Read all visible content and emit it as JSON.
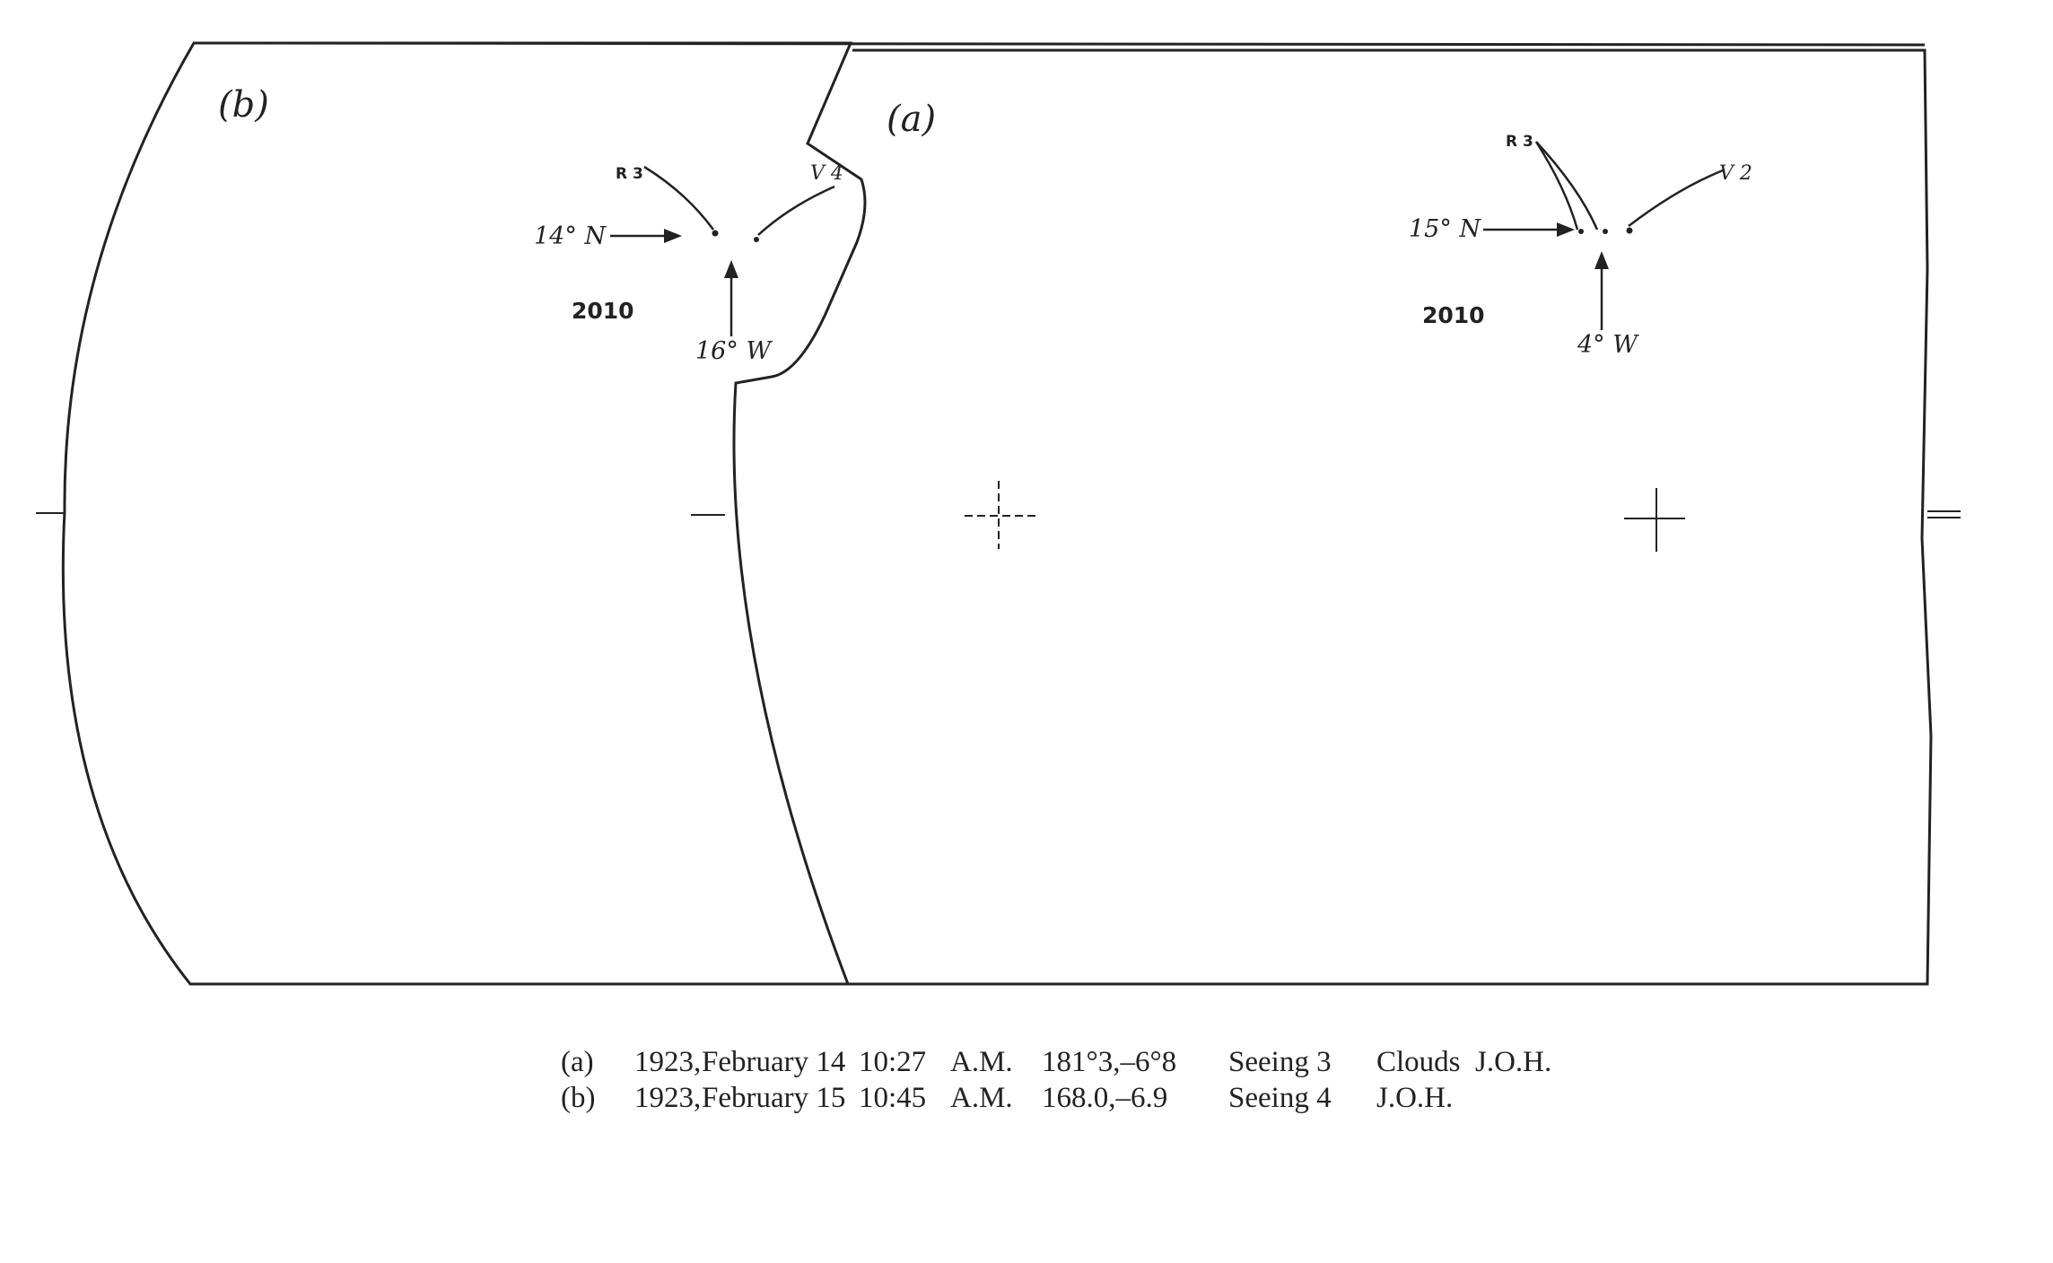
{
  "panel_b": {
    "label": "(b)",
    "spot_label": "R 3",
    "spot_label_2": "V 4",
    "lat_label": "14° N",
    "lon_label": "16° W",
    "region_number": "2010"
  },
  "panel_a": {
    "label": "(a)",
    "spot_label": "R 3",
    "spot_label_2": "V 2",
    "lat_label": "15° N",
    "lon_label": "4° W",
    "region_number": "2010"
  },
  "caption": {
    "row_a": [
      "(a)",
      "1923,",
      "February 14",
      "10:27",
      "A.M.",
      "181°3,–6°8",
      "Seeing 3",
      "Clouds",
      "J.O.H."
    ],
    "row_b": [
      "(b)",
      "1923,",
      "February 15",
      "10:45",
      "A.M.",
      "168.0,–6.9",
      "Seeing 4",
      "J.O.H.",
      ""
    ]
  },
  "colors": {
    "ink": "#222222",
    "paper": "#ffffff"
  }
}
